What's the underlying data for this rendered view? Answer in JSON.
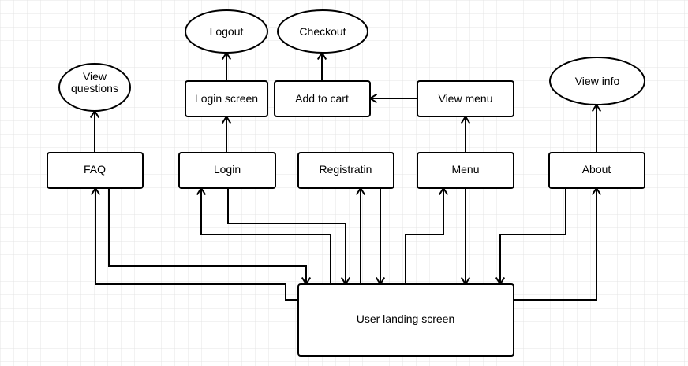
{
  "diagram": {
    "nodes": {
      "landing": "User landing screen",
      "faq": "FAQ",
      "view_questions": [
        "View",
        "questions"
      ],
      "login": "Login",
      "login_screen": "Login screen",
      "logout": "Logout",
      "registration": "Registratin",
      "menu": "Menu",
      "view_menu": "View menu",
      "add_to_cart": "Add to cart",
      "checkout": "Checkout",
      "about": "About",
      "view_info": "View info"
    },
    "colors": {
      "stroke": "#000000",
      "fill": "#ffffff",
      "grid": "#e4e4e4"
    }
  }
}
